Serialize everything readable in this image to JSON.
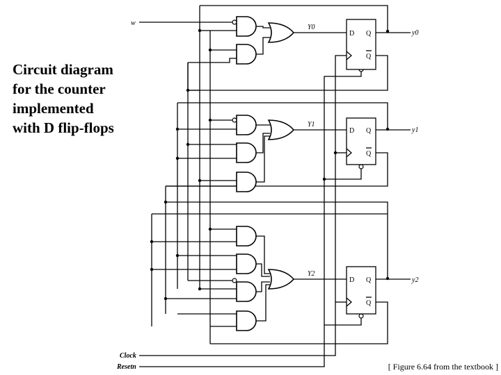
{
  "caption": {
    "line1": "Circuit diagram",
    "line2": "for the counter",
    "line3": "implemented",
    "line4": "with D flip-flops"
  },
  "citation": "[ Figure 6.64 from the textbook ]",
  "signals": {
    "input_w": "w",
    "clock": "Clock",
    "resetn": "Resetn"
  },
  "flipflops": [
    {
      "next_state": "Y0",
      "output": "y0",
      "d_pin": "D",
      "q_pin": "Q",
      "qbar_pin": "Q"
    },
    {
      "next_state": "Y1",
      "output": "y1",
      "d_pin": "D",
      "q_pin": "Q",
      "qbar_pin": "Q"
    },
    {
      "next_state": "Y2",
      "output": "y2",
      "d_pin": "D",
      "q_pin": "Q",
      "qbar_pin": "Q"
    }
  ]
}
